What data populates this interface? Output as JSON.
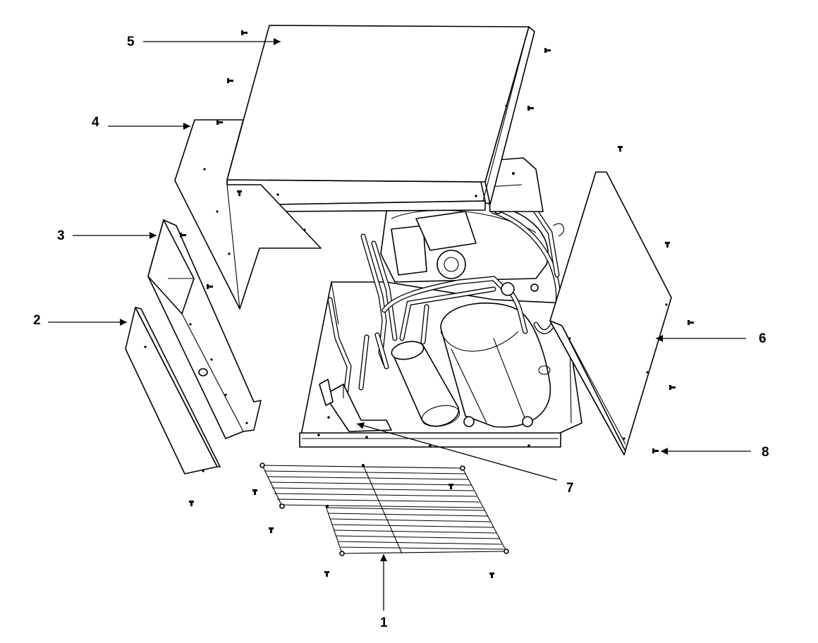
{
  "callouts": [
    {
      "id": "1",
      "label": "1",
      "part": "grille"
    },
    {
      "id": "2",
      "label": "2",
      "part": "front-lower-panel"
    },
    {
      "id": "3",
      "label": "3",
      "part": "front-channel-panel"
    },
    {
      "id": "4",
      "label": "4",
      "part": "left-side-panel"
    },
    {
      "id": "5",
      "label": "5",
      "part": "top-cover-panel"
    },
    {
      "id": "6",
      "label": "6",
      "part": "right-side-panel"
    },
    {
      "id": "7",
      "label": "7",
      "part": "bracket"
    },
    {
      "id": "8",
      "label": "8",
      "part": "screw"
    }
  ]
}
